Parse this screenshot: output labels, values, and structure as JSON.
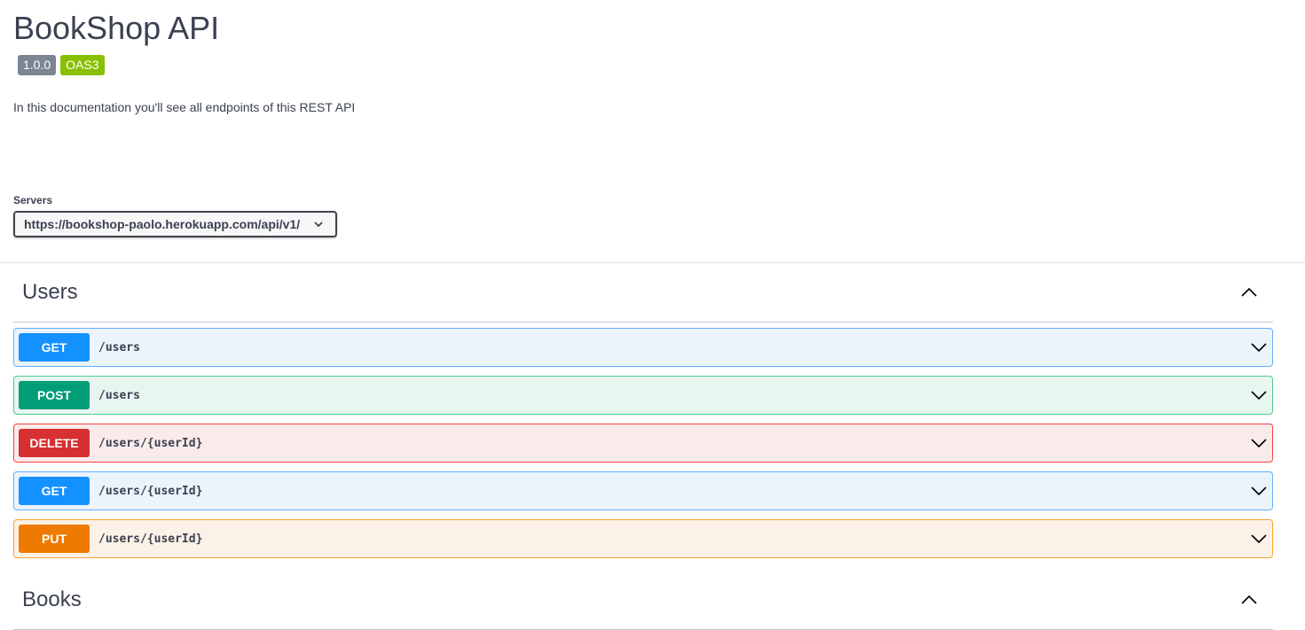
{
  "title": "BookShop API",
  "version": "1.0.0",
  "oas": "OAS3",
  "description": "In this documentation you'll see all endpoints of this REST API",
  "servers": {
    "label": "Servers",
    "selected": "https://bookshop-paolo.herokuapp.com/api/v1/"
  },
  "tags": [
    {
      "name": "Users",
      "operations": [
        {
          "method": "GET",
          "path": "/users",
          "color": "#1391ff",
          "bg": "#ebf3fb",
          "border": "#61affe"
        },
        {
          "method": "POST",
          "path": "/users",
          "color": "#009d77",
          "bg": "#e8f6f0",
          "border": "#49cc90"
        },
        {
          "method": "DELETE",
          "path": "/users/{userId}",
          "color": "#d63031",
          "bg": "#faebeb",
          "border": "#f93e3e"
        },
        {
          "method": "GET",
          "path": "/users/{userId}",
          "color": "#1391ff",
          "bg": "#ebf3fb",
          "border": "#61affe"
        },
        {
          "method": "PUT",
          "path": "/users/{userId}",
          "color": "#ed7b03",
          "bg": "#fbf1e6",
          "border": "#fca130"
        }
      ]
    },
    {
      "name": "Books",
      "operations": []
    }
  ]
}
